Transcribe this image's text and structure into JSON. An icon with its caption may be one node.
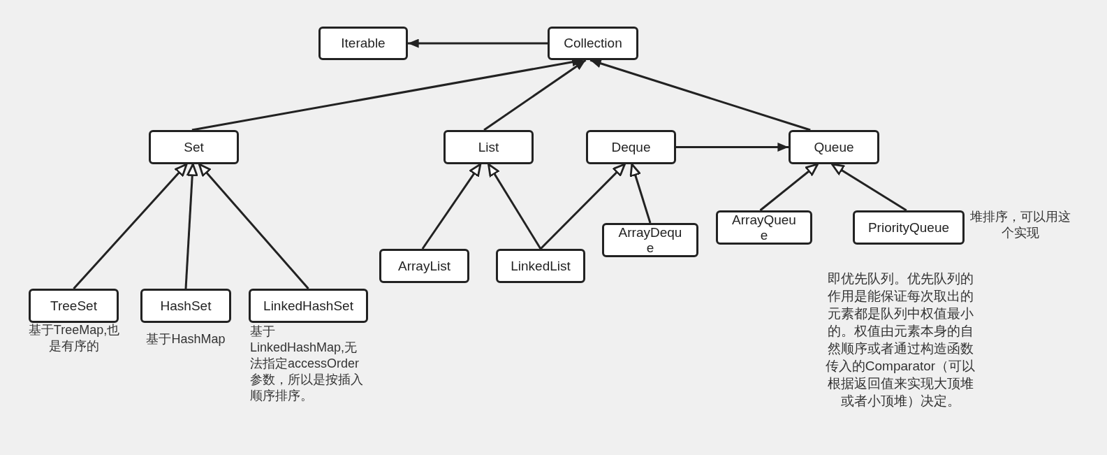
{
  "diagram": {
    "nodes": [
      {
        "text": [
          "Iterable"
        ]
      },
      {
        "text": [
          "Collection"
        ]
      },
      {
        "text": [
          "Set"
        ]
      },
      {
        "text": [
          "List"
        ]
      },
      {
        "text": [
          "Deque"
        ]
      },
      {
        "text": [
          "Queue"
        ]
      },
      {
        "text": [
          "TreeSet"
        ],
        "beside": [
          "基于TreeMap,也是有序的"
        ]
      },
      {
        "text": [
          "HashSet"
        ],
        "beside": [
          "基于HashMap"
        ]
      },
      {
        "text": [
          "LinkedHashSet"
        ],
        "beside": [
          "基于LinkedHashMap,无法指定accessOrder参数，所以是按插入顺序排序。"
        ]
      },
      {
        "text": [
          "ArrayList"
        ]
      },
      {
        "text": [
          "LinkedList"
        ]
      },
      {
        "text": [
          "ArrayDeque"
        ]
      },
      {
        "text": [
          "ArrayQueue"
        ]
      },
      {
        "text": [
          "PriorityQueue"
        ],
        "beside": [
          "堆排序，可以用这个实现",
          "即优先队列。优先队列的作用是能保证每次取出的元素都是队列中权值最小的。权值由元素本身的自然顺序或者通过构造函数传入的Comparator（可以根据返回值来实现大顶堆或者小顶堆）决定。"
        ]
      }
    ],
    "edges": [
      {
        "from": 1,
        "to": 0,
        "arrow": "to"
      },
      {
        "from": 2,
        "to": 1,
        "arrow": "to"
      },
      {
        "from": 3,
        "to": 1,
        "arrow": "to"
      },
      {
        "from": 5,
        "to": 1,
        "arrow": "to"
      },
      {
        "from": 4,
        "to": 5,
        "arrow": "to"
      },
      {
        "from": 6,
        "to": 2,
        "arrow": "to"
      },
      {
        "from": 7,
        "to": 2,
        "arrow": "to"
      },
      {
        "from": 8,
        "to": 2,
        "arrow": "to"
      },
      {
        "from": 9,
        "to": 3,
        "arrow": "to"
      },
      {
        "from": 10,
        "to": 3,
        "arrow": "to"
      },
      {
        "from": 10,
        "to": 4,
        "arrow": "to"
      },
      {
        "from": 11,
        "to": 4,
        "arrow": "to"
      },
      {
        "from": 12,
        "to": 5,
        "arrow": "to"
      },
      {
        "from": 13,
        "to": 5,
        "arrow": "to"
      }
    ]
  }
}
